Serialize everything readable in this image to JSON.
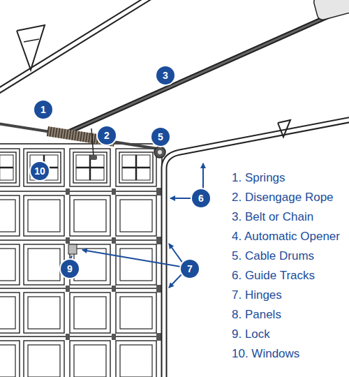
{
  "diagram": {
    "labels": [
      "3",
      "1",
      "2",
      "5",
      "10",
      "6",
      "7",
      "9",
      "1. Springs",
      "2. Disengage Rope",
      "3. Belt or Chain",
      "4. Automatic Opener",
      "5. Cable Drums",
      "6. Guide Tracks",
      "7. Hinges",
      "8. Panels",
      "9. Lock",
      "10. Windows"
    ]
  }
}
